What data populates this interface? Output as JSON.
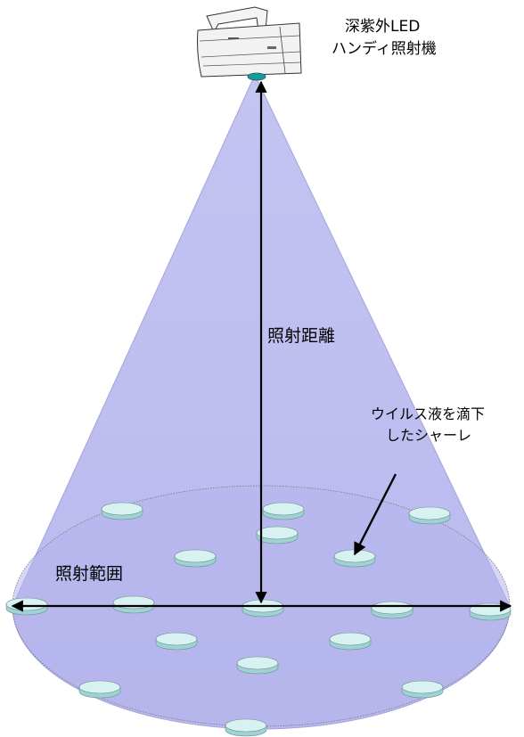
{
  "labels": {
    "device_line1": "深紫外LED",
    "device_line2": "ハンディ照射機",
    "distance": "照射距離",
    "dish_line1": "ウイルス液を滴下",
    "dish_line2": "したシャーレ",
    "range": "照射範囲"
  },
  "colors": {
    "cone_fill": "#c8c8f4",
    "cone_edge": "#9a9ad8",
    "base_ellipse": "#b2b2ec",
    "dish_top": "#d8f2f2",
    "dish_side": "#9fd2d2",
    "arrow": "#000000",
    "device_body": "#f0f0f0",
    "device_led": "#1a9a9a"
  },
  "icons": {
    "device": "handheld-uv-led-device-icon",
    "dish": "petri-dish-icon"
  }
}
